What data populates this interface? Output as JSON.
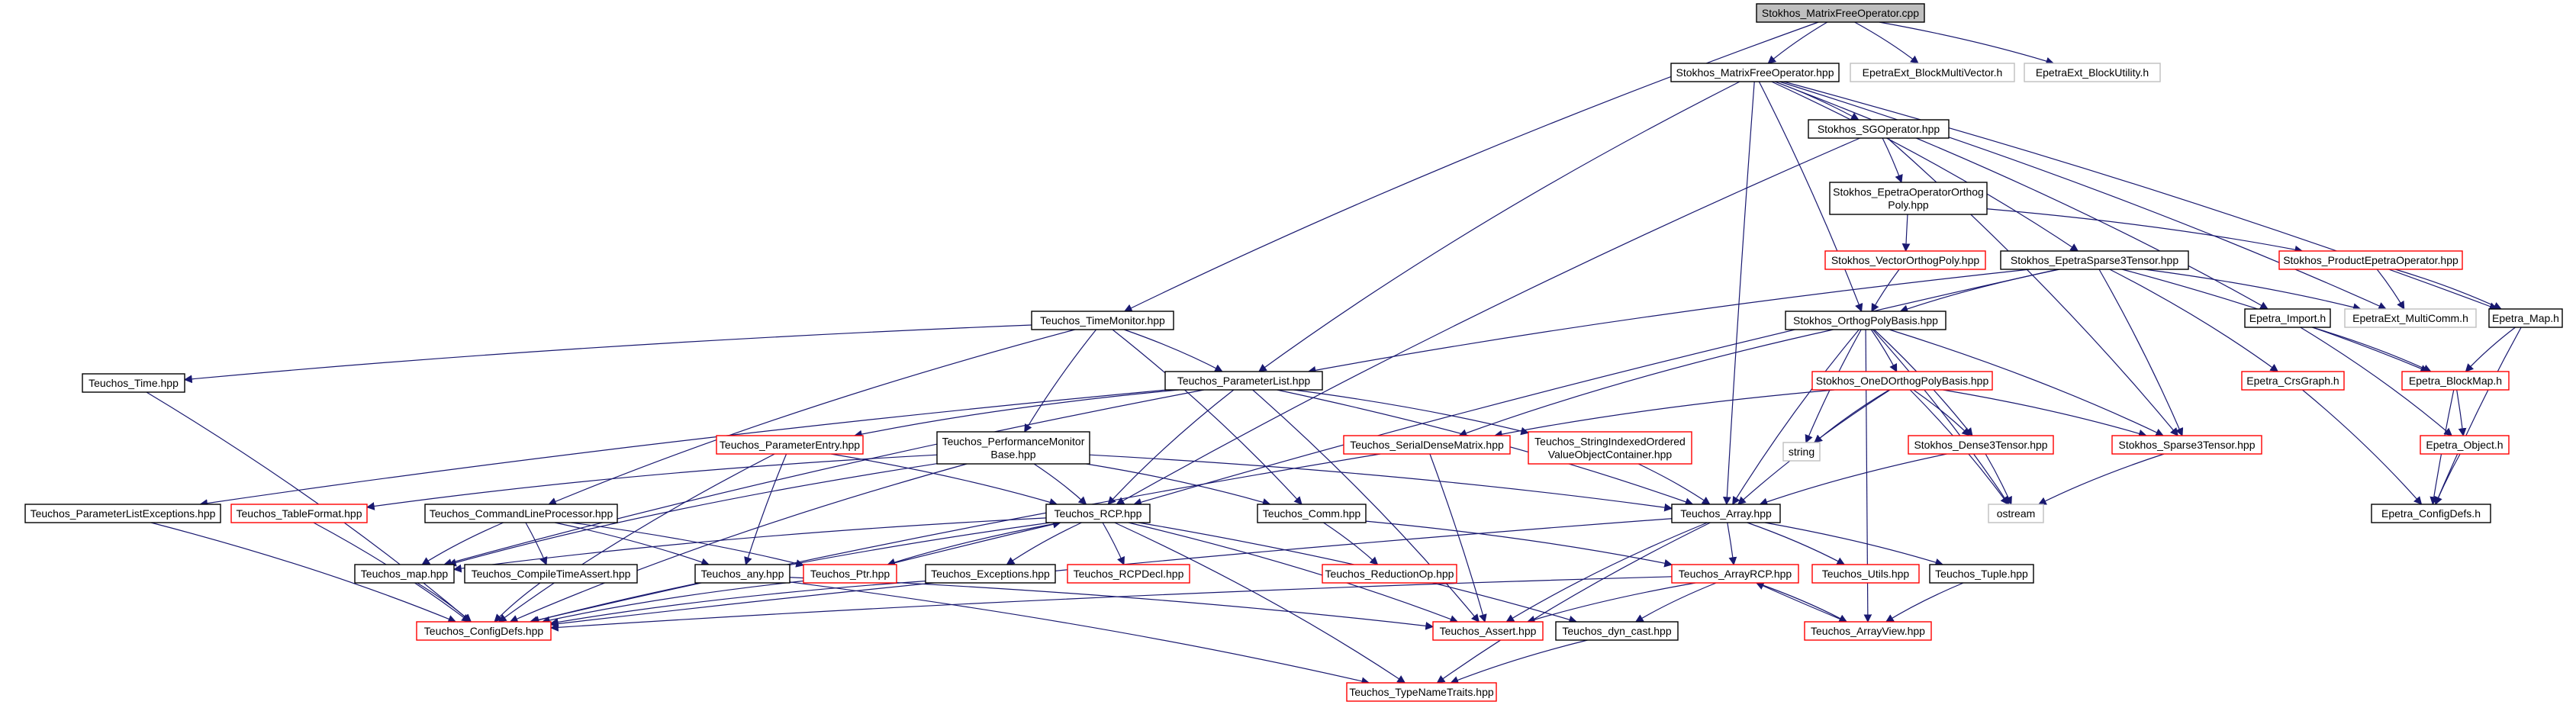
{
  "colors": {
    "background": "#ffffff",
    "edge": "#191970",
    "root_fill": "#bfbfbf",
    "border_black": "#000000",
    "border_red": "#ff0000",
    "border_gray": "#bfbfbf"
  },
  "nodes": {
    "matrix_free_cpp": {
      "lines": [
        "Stokhos_MatrixFreeOperator.cpp"
      ],
      "style": "root"
    },
    "matrix_free_hpp": {
      "lines": [
        "Stokhos_MatrixFreeOperator.hpp"
      ],
      "style": "black"
    },
    "block_multivector": {
      "lines": [
        "EpetraExt_BlockMultiVector.h"
      ],
      "style": "gray"
    },
    "block_utility": {
      "lines": [
        "EpetraExt_BlockUtility.h"
      ],
      "style": "gray"
    },
    "sg_operator": {
      "lines": [
        "Stokhos_SGOperator.hpp"
      ],
      "style": "black"
    },
    "epetra_op_orthog": {
      "lines": [
        "Stokhos_EpetraOperatorOrthog",
        "Poly.hpp"
      ],
      "style": "black"
    },
    "vector_orthog": {
      "lines": [
        "Stokhos_VectorOrthogPoly.hpp"
      ],
      "style": "red"
    },
    "product_epetra_op": {
      "lines": [
        "Stokhos_ProductEpetraOperator.hpp"
      ],
      "style": "red"
    },
    "epetra_sparse3": {
      "lines": [
        "Stokhos_EpetraSparse3Tensor.hpp"
      ],
      "style": "black"
    },
    "epetra_import": {
      "lines": [
        "Epetra_Import.h"
      ],
      "style": "black"
    },
    "multi_comm": {
      "lines": [
        "EpetraExt_MultiComm.h"
      ],
      "style": "gray"
    },
    "epetra_map": {
      "lines": [
        "Epetra_Map.h"
      ],
      "style": "black"
    },
    "time_monitor": {
      "lines": [
        "Teuchos_TimeMonitor.hpp"
      ],
      "style": "black"
    },
    "orthog_poly_basis": {
      "lines": [
        "Stokhos_OrthogPolyBasis.hpp"
      ],
      "style": "black"
    },
    "teuchos_time": {
      "lines": [
        "Teuchos_Time.hpp"
      ],
      "style": "black"
    },
    "parameter_list": {
      "lines": [
        "Teuchos_ParameterList.hpp"
      ],
      "style": "black"
    },
    "one_d_orthog": {
      "lines": [
        "Stokhos_OneDOrthogPolyBasis.hpp"
      ],
      "style": "red"
    },
    "crs_graph": {
      "lines": [
        "Epetra_CrsGraph.h"
      ],
      "style": "red"
    },
    "block_map": {
      "lines": [
        "Epetra_BlockMap.h"
      ],
      "style": "red"
    },
    "parameter_entry": {
      "lines": [
        "Teuchos_ParameterEntry.hpp"
      ],
      "style": "red"
    },
    "perf_monitor": {
      "lines": [
        "Teuchos_PerformanceMonitor",
        "Base.hpp"
      ],
      "style": "black"
    },
    "serial_dense": {
      "lines": [
        "Teuchos_SerialDenseMatrix.hpp"
      ],
      "style": "red"
    },
    "string_indexed": {
      "lines": [
        "Teuchos_StringIndexedOrdered",
        "ValueObjectContainer.hpp"
      ],
      "style": "red"
    },
    "string_node": {
      "lines": [
        "string"
      ],
      "style": "gray"
    },
    "dense3": {
      "lines": [
        "Stokhos_Dense3Tensor.hpp"
      ],
      "style": "red"
    },
    "sparse3": {
      "lines": [
        "Stokhos_Sparse3Tensor.hpp"
      ],
      "style": "red"
    },
    "epetra_object": {
      "lines": [
        "Epetra_Object.h"
      ],
      "style": "red"
    },
    "param_list_exceptions": {
      "lines": [
        "Teuchos_ParameterListExceptions.hpp"
      ],
      "style": "black"
    },
    "table_format": {
      "lines": [
        "Teuchos_TableFormat.hpp"
      ],
      "style": "red"
    },
    "cmdline_processor": {
      "lines": [
        "Teuchos_CommandLineProcessor.hpp"
      ],
      "style": "black"
    },
    "rcp": {
      "lines": [
        "Teuchos_RCP.hpp"
      ],
      "style": "black"
    },
    "comm": {
      "lines": [
        "Teuchos_Comm.hpp"
      ],
      "style": "black"
    },
    "array": {
      "lines": [
        "Teuchos_Array.hpp"
      ],
      "style": "black"
    },
    "ostream": {
      "lines": [
        "ostream"
      ],
      "style": "gray"
    },
    "epetra_configdefs": {
      "lines": [
        "Epetra_ConfigDefs.h"
      ],
      "style": "black"
    },
    "map": {
      "lines": [
        "Teuchos_map.hpp"
      ],
      "style": "black"
    },
    "compile_time_assert": {
      "lines": [
        "Teuchos_CompileTimeAssert.hpp"
      ],
      "style": "black"
    },
    "any": {
      "lines": [
        "Teuchos_any.hpp"
      ],
      "style": "black"
    },
    "ptr": {
      "lines": [
        "Teuchos_Ptr.hpp"
      ],
      "style": "red"
    },
    "exceptions": {
      "lines": [
        "Teuchos_Exceptions.hpp"
      ],
      "style": "black"
    },
    "rcp_decl": {
      "lines": [
        "Teuchos_RCPDecl.hpp"
      ],
      "style": "red"
    },
    "reduction_op": {
      "lines": [
        "Teuchos_ReductionOp.hpp"
      ],
      "style": "red"
    },
    "array_rcp": {
      "lines": [
        "Teuchos_ArrayRCP.hpp"
      ],
      "style": "red"
    },
    "utils": {
      "lines": [
        "Teuchos_Utils.hpp"
      ],
      "style": "red"
    },
    "tuple": {
      "lines": [
        "Teuchos_Tuple.hpp"
      ],
      "style": "black"
    },
    "configdefs": {
      "lines": [
        "Teuchos_ConfigDefs.hpp"
      ],
      "style": "red"
    },
    "assert": {
      "lines": [
        "Teuchos_Assert.hpp"
      ],
      "style": "red"
    },
    "dyn_cast": {
      "lines": [
        "Teuchos_dyn_cast.hpp"
      ],
      "style": "black"
    },
    "array_view": {
      "lines": [
        "Teuchos_ArrayView.hpp"
      ],
      "style": "red"
    },
    "type_name_traits": {
      "lines": [
        "Teuchos_TypeNameTraits.hpp"
      ],
      "style": "red"
    }
  },
  "edges": [
    [
      "matrix_free_cpp",
      "matrix_free_hpp"
    ],
    [
      "matrix_free_cpp",
      "block_multivector"
    ],
    [
      "matrix_free_cpp",
      "block_utility"
    ],
    [
      "matrix_free_cpp",
      "time_monitor"
    ],
    [
      "matrix_free_hpp",
      "sg_operator"
    ],
    [
      "matrix_free_hpp",
      "epetra_sparse3"
    ],
    [
      "matrix_free_hpp",
      "orthog_poly_basis"
    ],
    [
      "matrix_free_hpp",
      "parameter_list"
    ],
    [
      "matrix_free_hpp",
      "array"
    ],
    [
      "matrix_free_hpp",
      "epetra_import"
    ],
    [
      "matrix_free_hpp",
      "multi_comm"
    ],
    [
      "matrix_free_hpp",
      "epetra_map"
    ],
    [
      "sg_operator",
      "epetra_op_orthog"
    ],
    [
      "sg_operator",
      "rcp"
    ],
    [
      "sg_operator",
      "sparse3"
    ],
    [
      "epetra_op_orthog",
      "vector_orthog"
    ],
    [
      "epetra_op_orthog",
      "product_epetra_op"
    ],
    [
      "vector_orthog",
      "orthog_poly_basis"
    ],
    [
      "product_epetra_op",
      "multi_comm"
    ],
    [
      "product_epetra_op",
      "epetra_map"
    ],
    [
      "epetra_sparse3",
      "orthog_poly_basis"
    ],
    [
      "epetra_sparse3",
      "sparse3"
    ],
    [
      "epetra_sparse3",
      "parameter_list"
    ],
    [
      "epetra_sparse3",
      "crs_graph"
    ],
    [
      "epetra_sparse3",
      "block_map"
    ],
    [
      "epetra_sparse3",
      "multi_comm"
    ],
    [
      "epetra_sparse3",
      "rcp"
    ],
    [
      "epetra_import",
      "block_map"
    ],
    [
      "epetra_import",
      "epetra_object"
    ],
    [
      "epetra_map",
      "block_map"
    ],
    [
      "epetra_map",
      "epetra_configdefs"
    ],
    [
      "block_map",
      "epetra_object"
    ],
    [
      "block_map",
      "epetra_configdefs"
    ],
    [
      "crs_graph",
      "epetra_configdefs"
    ],
    [
      "epetra_object",
      "epetra_configdefs"
    ],
    [
      "orthog_poly_basis",
      "one_d_orthog"
    ],
    [
      "orthog_poly_basis",
      "serial_dense"
    ],
    [
      "orthog_poly_basis",
      "string_node"
    ],
    [
      "orthog_poly_basis",
      "dense3"
    ],
    [
      "orthog_poly_basis",
      "sparse3"
    ],
    [
      "orthog_poly_basis",
      "ostream"
    ],
    [
      "orthog_poly_basis",
      "array"
    ],
    [
      "orthog_poly_basis",
      "array_view"
    ],
    [
      "one_d_orthog",
      "serial_dense"
    ],
    [
      "one_d_orthog",
      "string_node"
    ],
    [
      "one_d_orthog",
      "dense3"
    ],
    [
      "one_d_orthog",
      "sparse3"
    ],
    [
      "one_d_orthog",
      "ostream"
    ],
    [
      "one_d_orthog",
      "array"
    ],
    [
      "dense3",
      "array"
    ],
    [
      "dense3",
      "ostream"
    ],
    [
      "sparse3",
      "ostream"
    ],
    [
      "time_monitor",
      "teuchos_time"
    ],
    [
      "time_monitor",
      "parameter_list"
    ],
    [
      "time_monitor",
      "perf_monitor"
    ],
    [
      "time_monitor",
      "comm"
    ],
    [
      "time_monitor",
      "cmdline_processor"
    ],
    [
      "teuchos_time",
      "configdefs"
    ],
    [
      "parameter_list",
      "parameter_entry"
    ],
    [
      "parameter_list",
      "string_indexed"
    ],
    [
      "parameter_list",
      "param_list_exceptions"
    ],
    [
      "parameter_list",
      "rcp"
    ],
    [
      "parameter_list",
      "map"
    ],
    [
      "parameter_list",
      "array"
    ],
    [
      "parameter_list",
      "assert"
    ],
    [
      "parameter_entry",
      "any"
    ],
    [
      "parameter_entry",
      "rcp"
    ],
    [
      "parameter_entry",
      "configdefs"
    ],
    [
      "perf_monitor",
      "table_format"
    ],
    [
      "perf_monitor",
      "rcp"
    ],
    [
      "perf_monitor",
      "comm"
    ],
    [
      "perf_monitor",
      "array"
    ],
    [
      "perf_monitor",
      "map"
    ],
    [
      "perf_monitor",
      "configdefs"
    ],
    [
      "serial_dense",
      "assert"
    ],
    [
      "serial_dense",
      "configdefs"
    ],
    [
      "string_indexed",
      "array"
    ],
    [
      "param_list_exceptions",
      "configdefs"
    ],
    [
      "table_format",
      "configdefs"
    ],
    [
      "cmdline_processor",
      "map"
    ],
    [
      "cmdline_processor",
      "compile_time_assert"
    ],
    [
      "cmdline_processor",
      "any"
    ],
    [
      "cmdline_processor",
      "ptr"
    ],
    [
      "rcp",
      "map"
    ],
    [
      "rcp",
      "ptr"
    ],
    [
      "rcp",
      "exceptions"
    ],
    [
      "rcp",
      "rcp_decl"
    ],
    [
      "rcp",
      "assert"
    ],
    [
      "rcp",
      "dyn_cast"
    ],
    [
      "rcp",
      "type_name_traits"
    ],
    [
      "rcp",
      "configdefs"
    ],
    [
      "ptr",
      "rcp"
    ],
    [
      "ptr",
      "configdefs"
    ],
    [
      "comm",
      "reduction_op"
    ],
    [
      "comm",
      "array_rcp"
    ],
    [
      "array",
      "array_rcp"
    ],
    [
      "array",
      "utils"
    ],
    [
      "array",
      "tuple"
    ],
    [
      "array",
      "assert"
    ],
    [
      "array",
      "configdefs"
    ],
    [
      "array",
      "type_name_traits"
    ],
    [
      "map",
      "configdefs"
    ],
    [
      "compile_time_assert",
      "configdefs"
    ],
    [
      "any",
      "assert"
    ],
    [
      "any",
      "type_name_traits"
    ],
    [
      "exceptions",
      "configdefs"
    ],
    [
      "array_rcp",
      "array_view"
    ],
    [
      "array_rcp",
      "assert"
    ],
    [
      "array_rcp",
      "dyn_cast"
    ],
    [
      "array_rcp",
      "configdefs"
    ],
    [
      "array_view",
      "array_rcp"
    ],
    [
      "tuple",
      "array_view"
    ],
    [
      "dyn_cast",
      "type_name_traits"
    ]
  ]
}
